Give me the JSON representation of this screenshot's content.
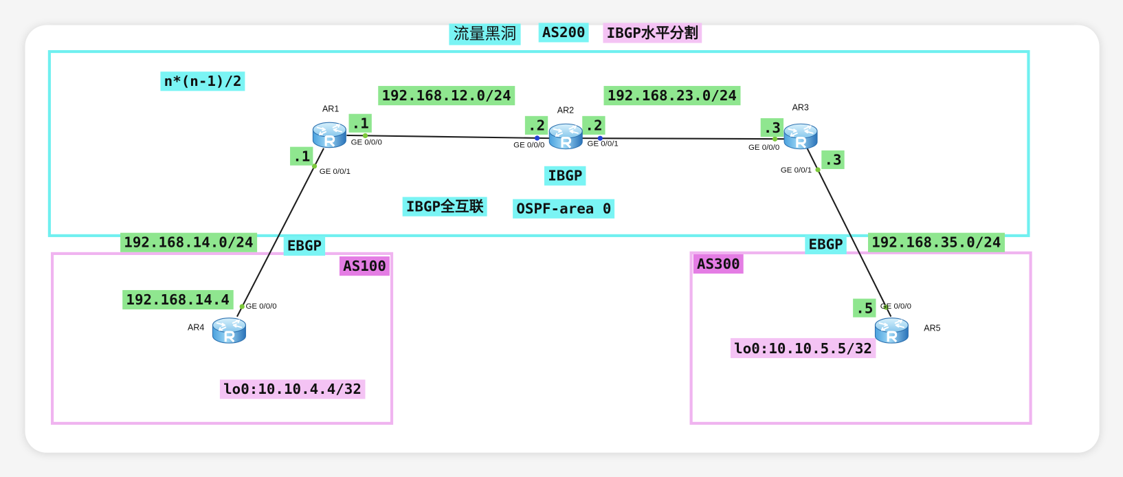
{
  "title_labels": {
    "traffic_black_hole": "流量黑洞",
    "as_number": "AS200",
    "ibgp_split_horizon": "IBGP水平分割"
  },
  "as200": {
    "full_mesh_formula": "n*(n-1)/2",
    "subnet_ar1_ar2": "192.168.12.0/24",
    "subnet_ar2_ar3": "192.168.23.0/24",
    "peering": "IBGP",
    "ibgp_full_mesh": "IBGP全互联",
    "igp": "OSPF-area 0"
  },
  "as100": {
    "label": "AS100",
    "subnet_ar1_ar4": "192.168.14.0/24",
    "peering": "EBGP"
  },
  "as300": {
    "label": "AS300",
    "subnet_ar3_ar5": "192.168.35.0/24",
    "peering": "EBGP"
  },
  "routers": {
    "ar1": {
      "name": "AR1",
      "ge000": {
        "port": "GE 0/0/0",
        "ip": ".1"
      },
      "ge001": {
        "port": "GE 0/0/1",
        "ip": ".1"
      }
    },
    "ar2": {
      "name": "AR2",
      "ge000": {
        "port": "GE 0/0/0",
        "ip": ".2"
      },
      "ge001": {
        "port": "GE 0/0/1",
        "ip": ".2"
      }
    },
    "ar3": {
      "name": "AR3",
      "ge000": {
        "port": "GE 0/0/0",
        "ip": ".3"
      },
      "ge001": {
        "port": "GE 0/0/1",
        "ip": ".3"
      }
    },
    "ar4": {
      "name": "AR4",
      "ge000": {
        "port": "GE 0/0/0",
        "ip": "192.168.14.4"
      },
      "loopback": "lo0:10.10.4.4/32"
    },
    "ar5": {
      "name": "AR5",
      "ge000": {
        "port": "GE 0/0/0",
        "ip": ".5"
      },
      "loopback": "lo0:10.10.5.5/32"
    }
  },
  "colors": {
    "cyan_label": "#7af4f4",
    "green_label": "#8fe68f",
    "pink_label": "#f4c3f4",
    "as_label": "#e47de4",
    "as200_border": "#70f0f0",
    "stub_as_border": "#f0b4f0",
    "port_green": "#7cc83a",
    "port_blue": "#2242d4"
  }
}
